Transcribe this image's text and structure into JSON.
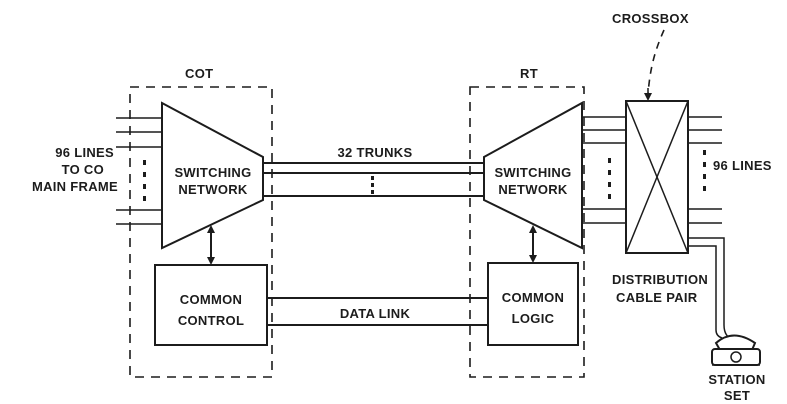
{
  "diagram": {
    "cot": {
      "label": "COT",
      "input_lines_line1": "96 LINES",
      "input_lines_line2": "TO CO",
      "input_lines_line3": "MAIN FRAME",
      "switching_network_line1": "SWITCHING",
      "switching_network_line2": "NETWORK",
      "common_control_line1": "COMMON",
      "common_control_line2": "CONTROL"
    },
    "trunks_label": "32 TRUNKS",
    "data_link_label": "DATA LINK",
    "rt": {
      "label": "RT",
      "switching_network_line1": "SWITCHING",
      "switching_network_line2": "NETWORK",
      "common_logic_line1": "COMMON",
      "common_logic_line2": "LOGIC"
    },
    "crossbox_label": "CROSSBOX",
    "output_lines_label": "96 LINES",
    "distribution_line1": "DISTRIBUTION",
    "distribution_line2": "CABLE PAIR",
    "station_line1": "STATION",
    "station_line2": "SET"
  }
}
